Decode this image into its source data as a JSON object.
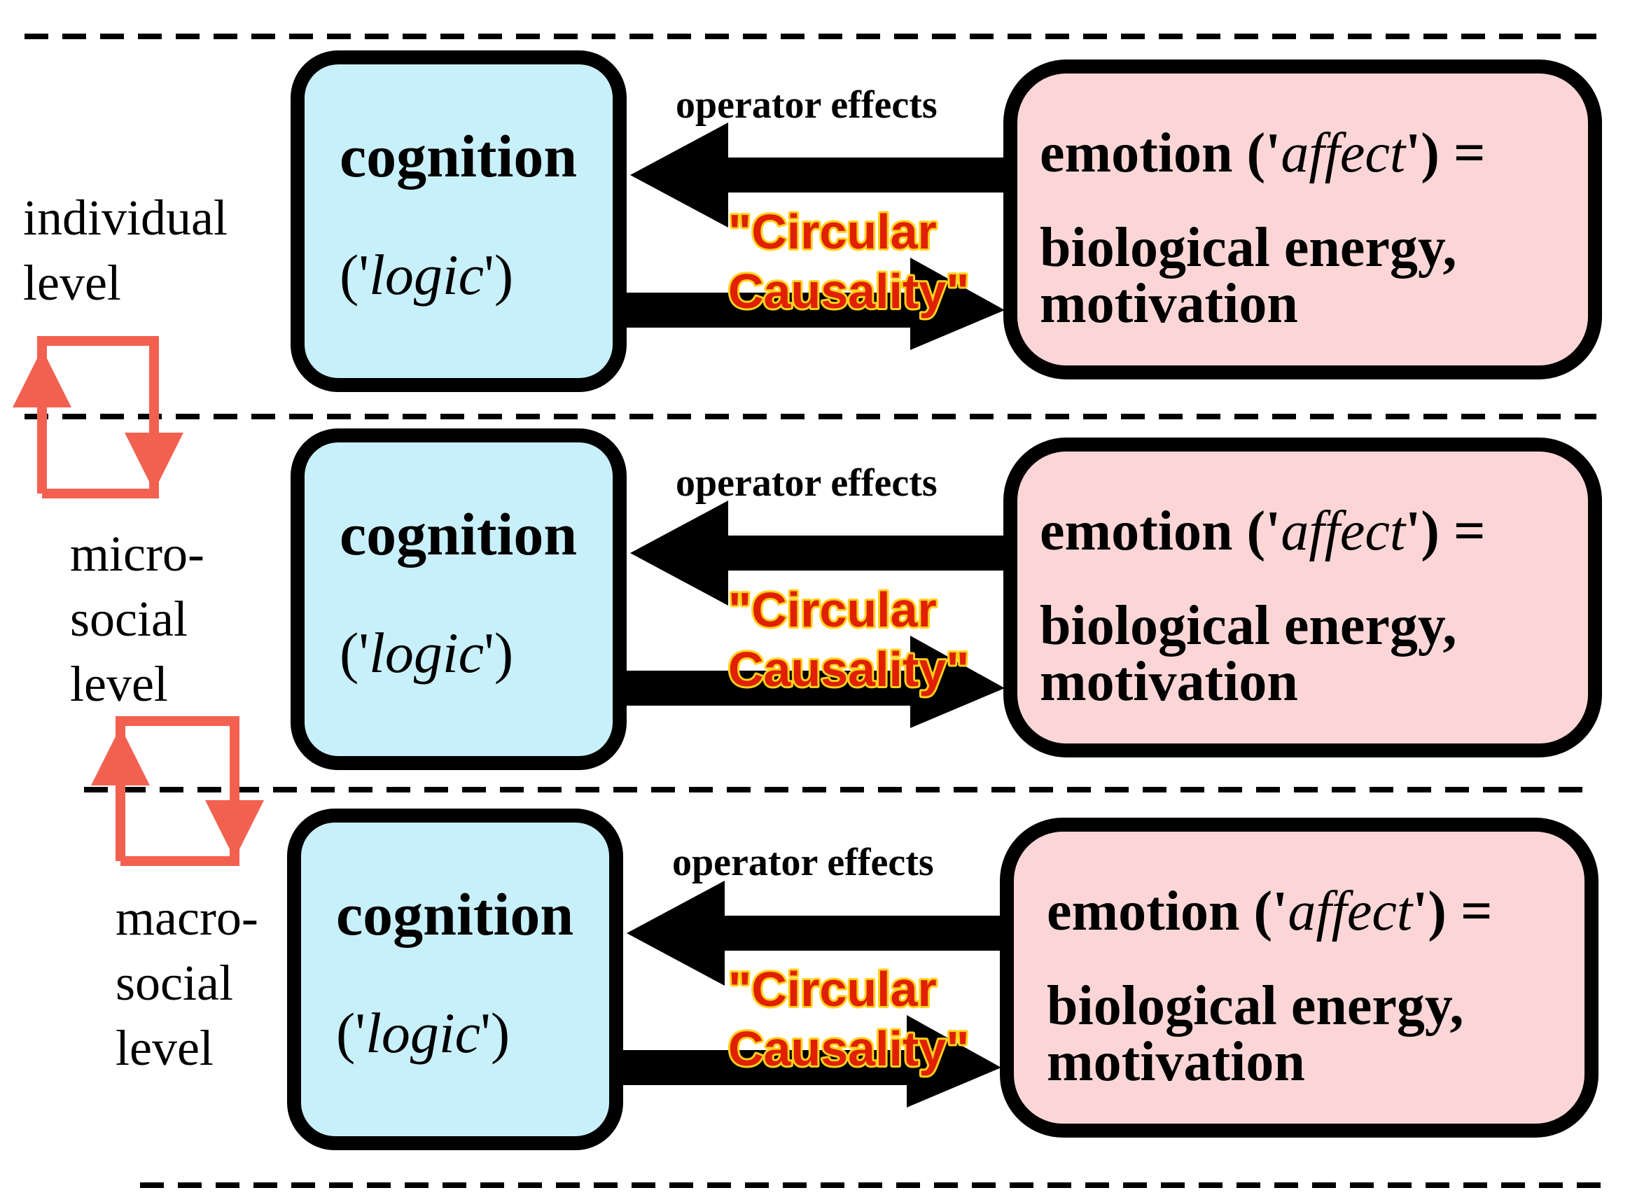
{
  "colors": {
    "cognition_fill": "#c8f0fa",
    "emotion_fill": "#fcd6d6",
    "outline": "#000000",
    "level_arrow": "#f26150",
    "circular_text": "#e02000",
    "circular_glow": "#ffd21f"
  },
  "level_labels": [
    {
      "lines": [
        "individual",
        "level"
      ]
    },
    {
      "lines": [
        "micro-",
        "social",
        "level"
      ]
    },
    {
      "lines": [
        "macro-",
        "social",
        "level"
      ]
    }
  ],
  "rows": [
    {
      "operator_label": "operator effects",
      "cognition": {
        "title": "cognition",
        "open": "('",
        "italic": "logic",
        "close": "')"
      },
      "circular": {
        "line1": "\"Circular",
        "line2": "Causality\""
      },
      "emotion": {
        "line1_pre": "emotion ('",
        "line1_italic": "affect",
        "line1_post": "') =",
        "line2": "biological energy,",
        "line3": "motivation"
      }
    },
    {
      "operator_label": "operator effects",
      "cognition": {
        "title": "cognition",
        "open": "('",
        "italic": "logic",
        "close": "')"
      },
      "circular": {
        "line1": "\"Circular",
        "line2": "Causality\""
      },
      "emotion": {
        "line1_pre": "emotion ('",
        "line1_italic": "affect",
        "line1_post": "') =",
        "line2": "biological energy,",
        "line3": "motivation"
      }
    },
    {
      "operator_label": "operator effects",
      "cognition": {
        "title": "cognition",
        "open": "('",
        "italic": "logic",
        "close": "')"
      },
      "circular": {
        "line1": "\"Circular",
        "line2": "Causality\""
      },
      "emotion": {
        "line1_pre": "emotion ('",
        "line1_italic": "affect",
        "line1_post": "') =",
        "line2": "biological energy,",
        "line3": "motivation"
      }
    }
  ]
}
